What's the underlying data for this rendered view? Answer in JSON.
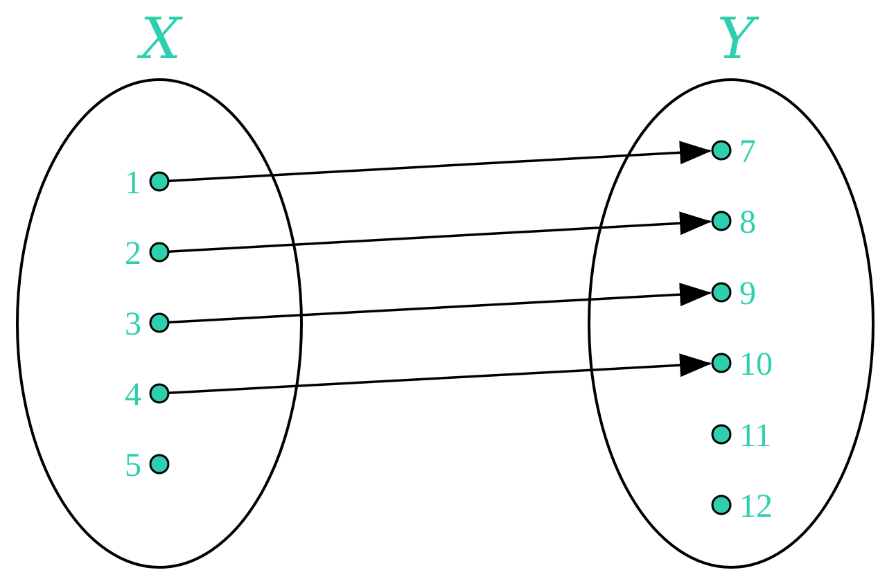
{
  "colors": {
    "accent": "#2ecfae",
    "stroke": "#000000",
    "background": "#ffffff"
  },
  "sets": {
    "domain": {
      "name": "X",
      "elements": [
        "1",
        "2",
        "3",
        "4",
        "5"
      ]
    },
    "codomain": {
      "name": "Y",
      "elements": [
        "7",
        "8",
        "9",
        "10",
        "11",
        "12"
      ]
    }
  },
  "mappings": [
    {
      "from": "1",
      "to": "7"
    },
    {
      "from": "2",
      "to": "8"
    },
    {
      "from": "3",
      "to": "9"
    },
    {
      "from": "4",
      "to": "10"
    }
  ]
}
